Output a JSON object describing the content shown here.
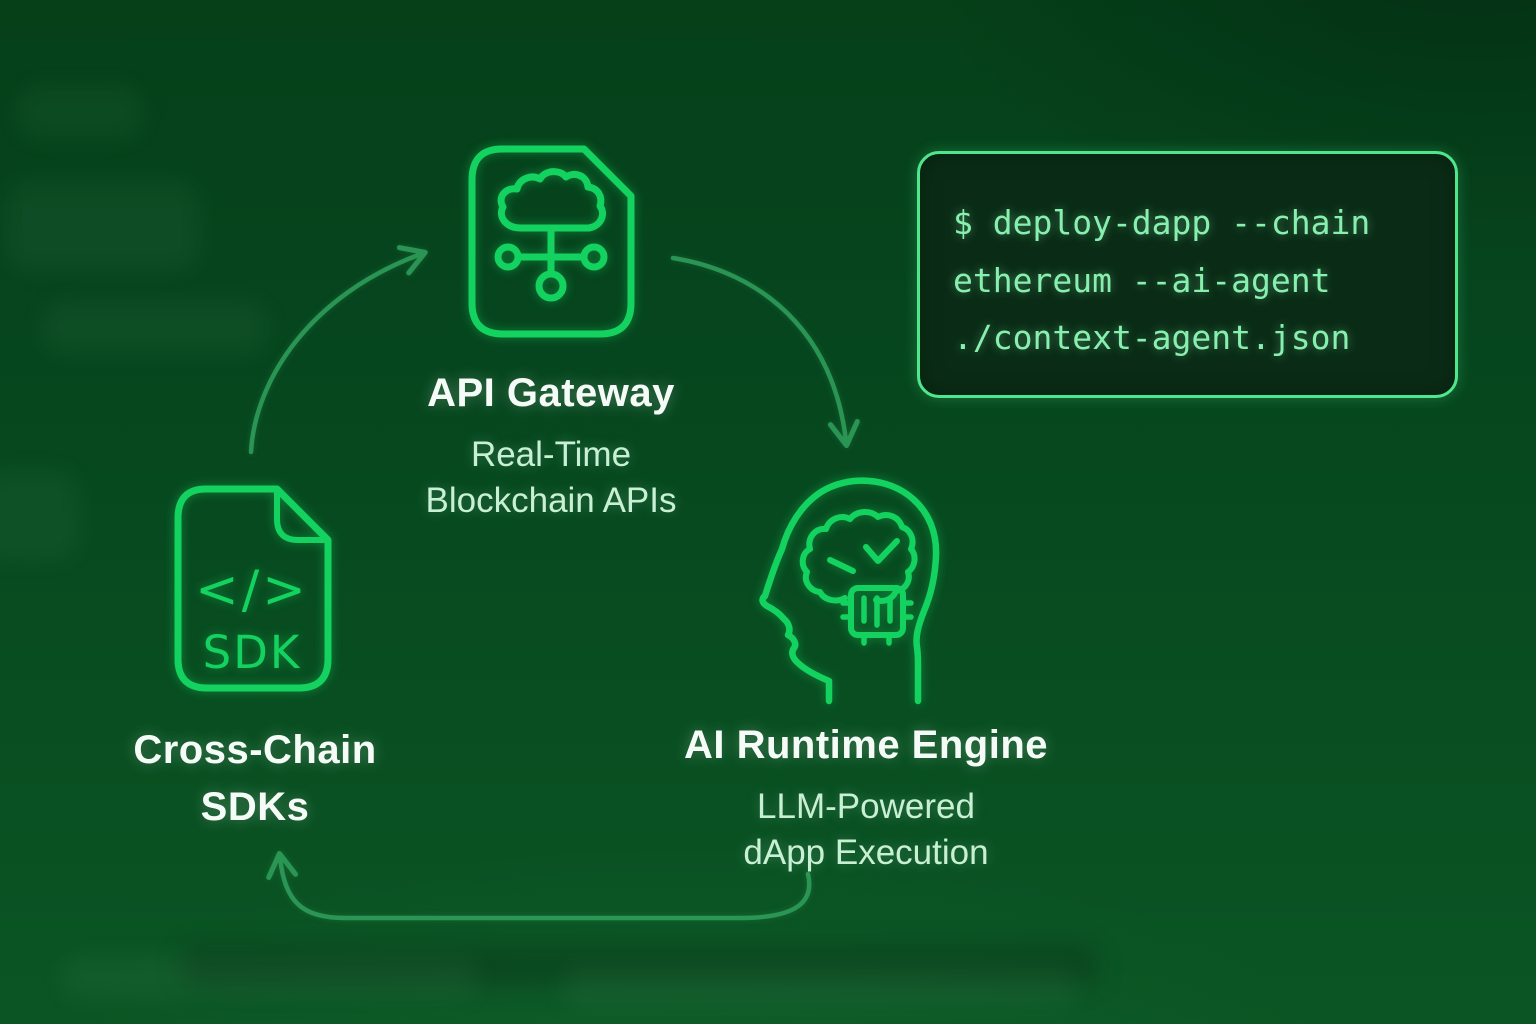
{
  "diagram": {
    "nodes": {
      "api_gateway": {
        "title": "API Gateway",
        "subtitle1": "Real-Time",
        "subtitle2": "Blockchain APIs"
      },
      "ai_runtime": {
        "title": "AI Runtime Engine",
        "subtitle1": "LLM-Powered",
        "subtitle2": "dApp Execution"
      },
      "cross_chain": {
        "title1": "Cross-Chain",
        "title2": "SDKs",
        "icon_code_glyph": "</>",
        "icon_file_label": "SDK"
      }
    },
    "terminal": {
      "line1": "$ deploy-dapp --chain",
      "line2": "ethereum --ai-agent",
      "line3": "./context-agent.json"
    },
    "colors": {
      "background_top": "#054019",
      "background_bottom": "#0b5524",
      "icon_green": "#14d25f",
      "arrow_green": "#2e9b58",
      "title_white": "#f5fcf7",
      "subtitle_mint": "#c8f0d4",
      "terminal_text_green": "#87f0af",
      "terminal_border_green": "#50e68c",
      "terminal_background": "#0a2c16"
    }
  }
}
